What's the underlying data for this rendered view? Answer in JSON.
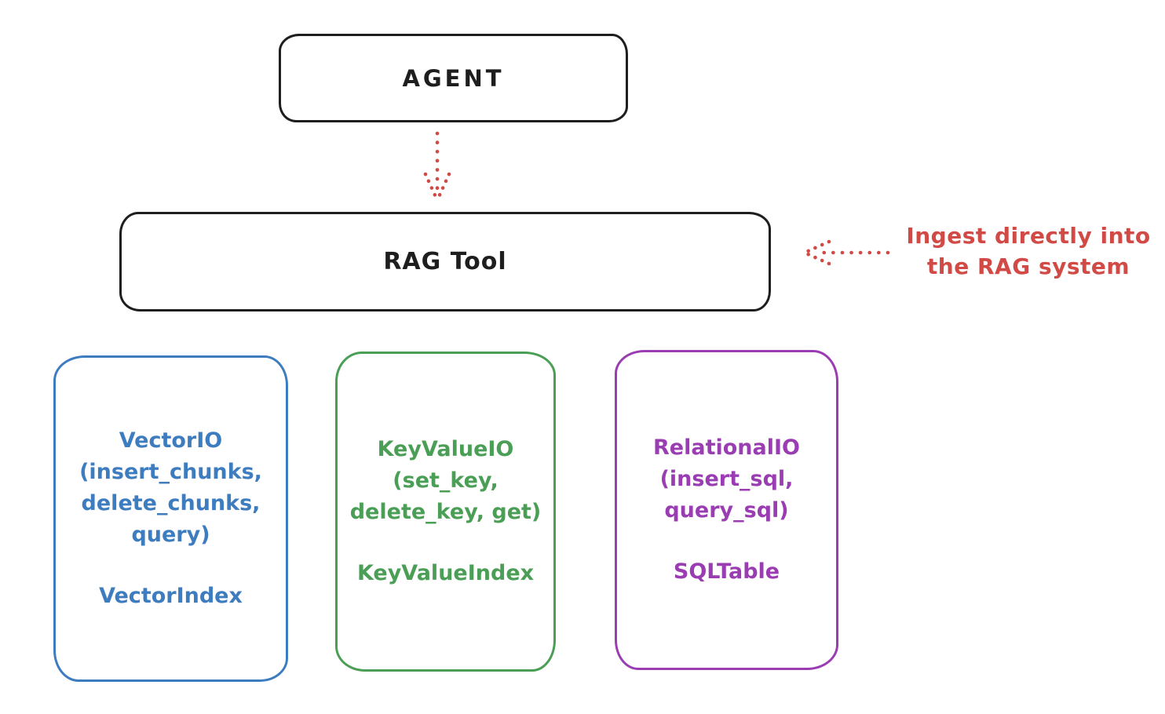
{
  "diagram": {
    "title_hint": "RAG Tool architecture sketch",
    "colors": {
      "ink": "#1e1e1e",
      "red": "#d14a46",
      "blue": "#3e7cc0",
      "green": "#4b9e55",
      "purple": "#9a3cb2",
      "background": "#ffffff"
    },
    "agent_box": {
      "label": "AGENT"
    },
    "rag_tool_box": {
      "label": "RAG Tool"
    },
    "ingest_annotation": {
      "line1": "Ingest directly into",
      "line2": "the RAG system"
    },
    "io_boxes": [
      {
        "name": "vector-io",
        "color": "#3e7cc0",
        "lines": [
          "VectorIO",
          "(insert_chunks,",
          "delete_chunks,",
          "query)"
        ],
        "index_label": "VectorIndex"
      },
      {
        "name": "keyvalue-io",
        "color": "#4b9e55",
        "lines": [
          "KeyValueIO",
          "(set_key,",
          "delete_key, get)"
        ],
        "index_label": "KeyValueIndex"
      },
      {
        "name": "relational-io",
        "color": "#9a3cb2",
        "lines": [
          "RelationalIO",
          "(insert_sql,",
          "query_sql)"
        ],
        "index_label": "SQLTable"
      }
    ],
    "arrows": [
      {
        "name": "agent-to-rag-tool",
        "style": "dotted",
        "color": "#d14a46",
        "direction": "down"
      },
      {
        "name": "ingest-into-rag-tool",
        "style": "dotted",
        "color": "#d14a46",
        "direction": "left"
      }
    ]
  }
}
